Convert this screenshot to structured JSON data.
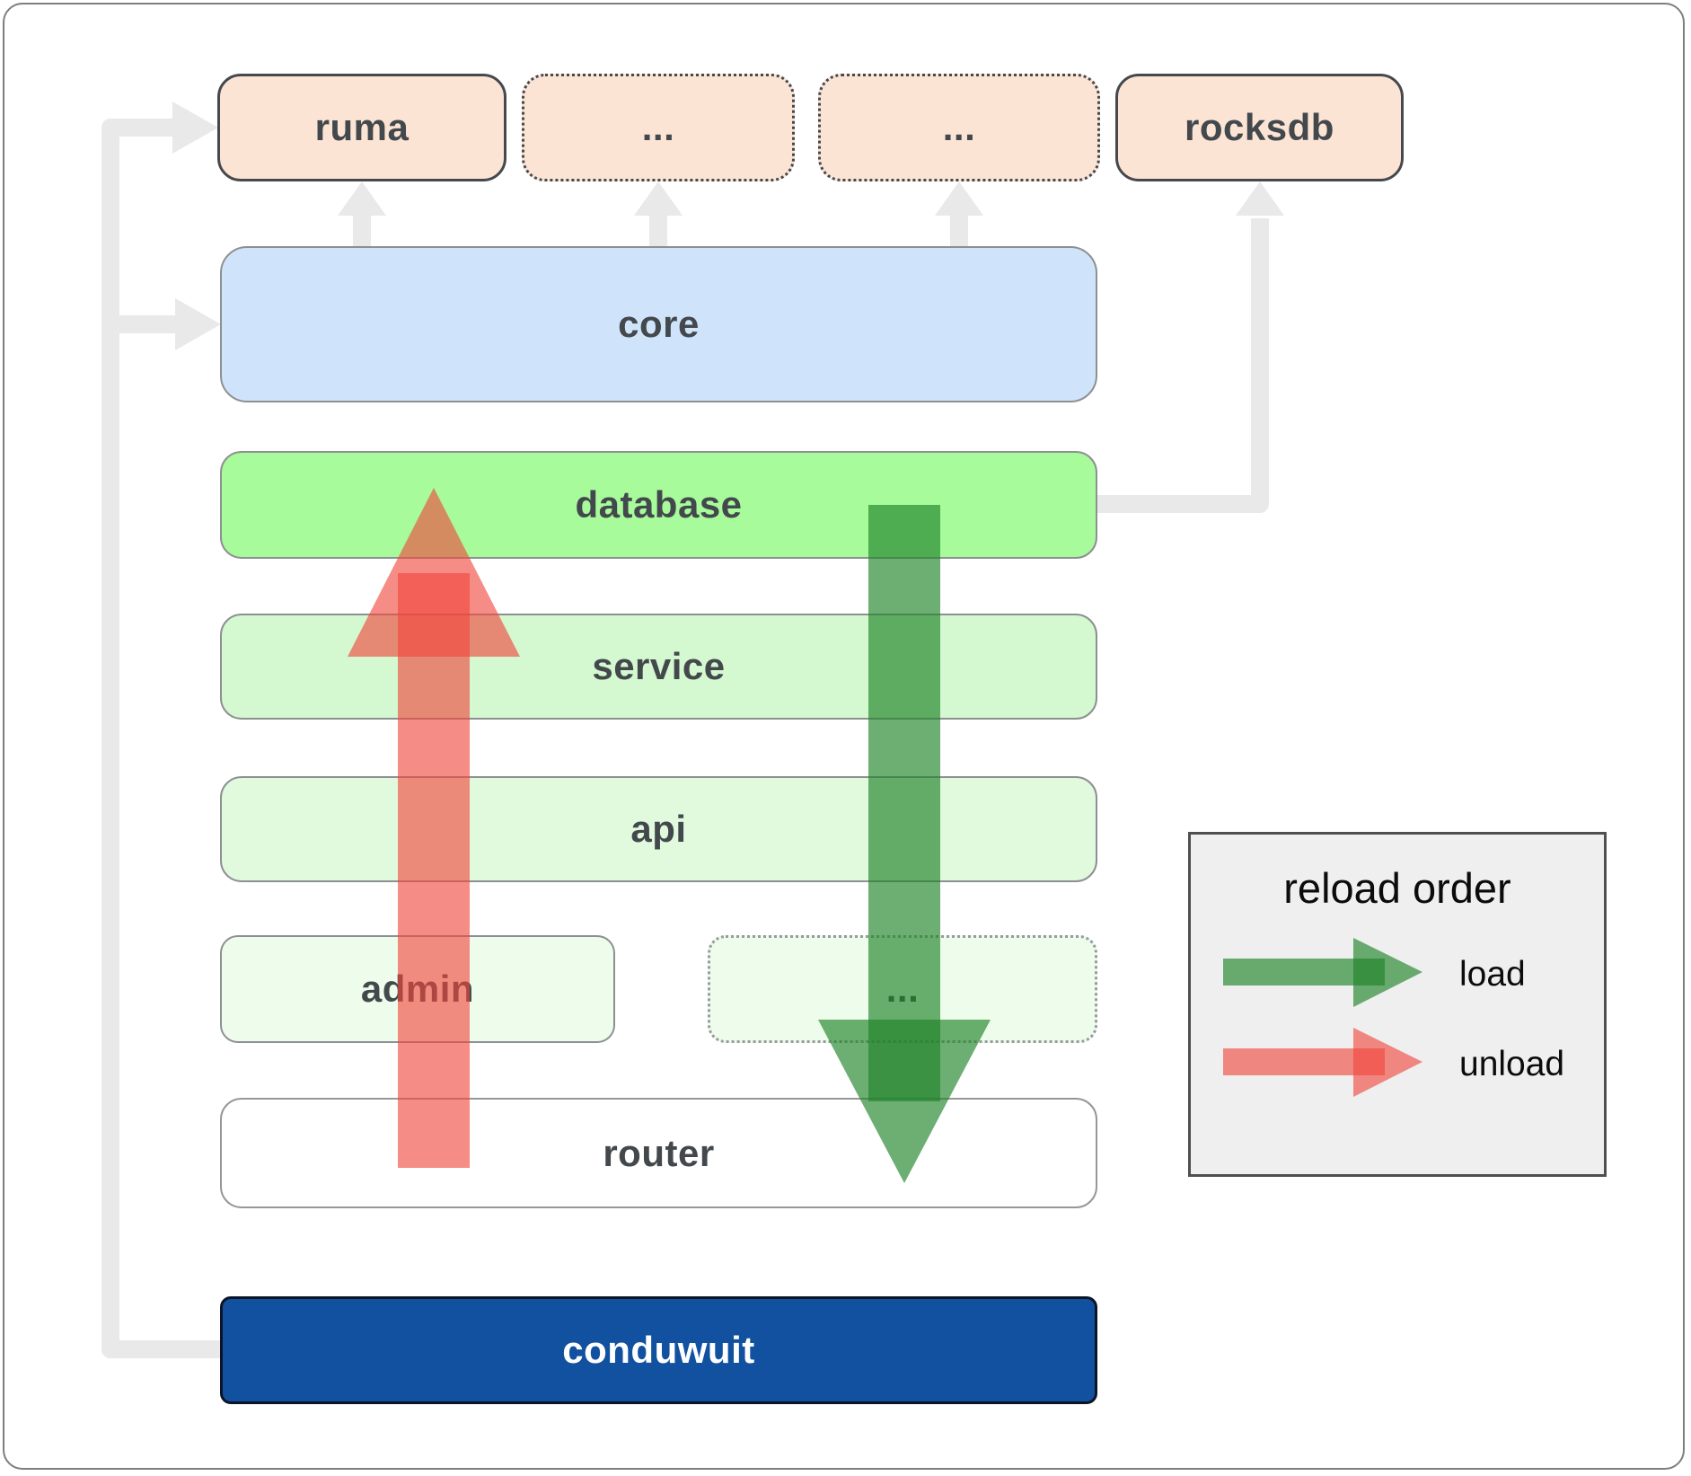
{
  "nodes": {
    "top_row": [
      {
        "label": "ruma",
        "border": "solid",
        "fill": "#fce4d5"
      },
      {
        "label": "...",
        "border": "dotted",
        "fill": "#fce4d5"
      },
      {
        "label": "...",
        "border": "dotted",
        "fill": "#fce4d5"
      },
      {
        "label": "rocksdb",
        "border": "solid",
        "fill": "#fce4d5"
      }
    ],
    "layers": [
      {
        "label": "core",
        "fill": "#cfe4fa"
      },
      {
        "label": "database",
        "fill": "#a7fb9b"
      },
      {
        "label": "service",
        "fill": "#d4f8cf"
      },
      {
        "label": "api",
        "fill": "#e1fade"
      }
    ],
    "admin_row": [
      {
        "label": "admin",
        "border": "solid",
        "fill": "#eefcec"
      },
      {
        "label": "...",
        "border": "dotted",
        "fill": "#eefcec"
      }
    ],
    "router": {
      "label": "router",
      "fill": "#ffffff"
    },
    "app": {
      "label": "conduwuit",
      "fill": "#11519f",
      "text_color": "#ffffff"
    }
  },
  "legend": {
    "title": "reload order",
    "items": [
      {
        "label": "load",
        "color": "#1e8228",
        "direction": "down"
      },
      {
        "label": "unload",
        "color": "#f0463c",
        "direction": "up"
      }
    ]
  },
  "arrows": {
    "load": {
      "color": "#1e8228",
      "from": "database",
      "to": "router"
    },
    "unload": {
      "color": "#f0463c",
      "from": "router",
      "to": "database"
    },
    "connector_color": "#e9e9e9"
  }
}
